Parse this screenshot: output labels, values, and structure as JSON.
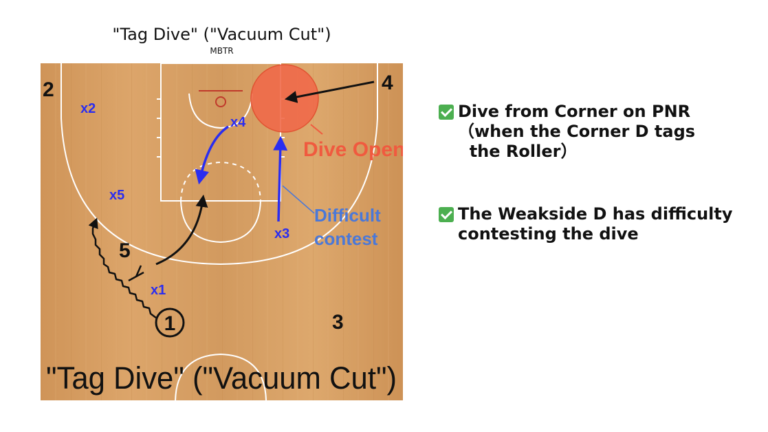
{
  "header": {
    "title": "\"Tag Dive\" (\"Vacuum Cut\")",
    "subtitle": "MBTR"
  },
  "court": {
    "banner": "\"Tag Dive\" (\"Vacuum Cut\")",
    "players": {
      "p1": "1",
      "p2": "2",
      "p3": "3",
      "p4": "4",
      "p5": "5"
    },
    "defenders": {
      "x1": "x1",
      "x2": "x2",
      "x3": "x3",
      "x4": "x4",
      "x5": "x5"
    },
    "annotations": {
      "dive_open": "Dive Open",
      "difficult_line1": "Difficult",
      "difficult_line2": "contest"
    }
  },
  "notes": [
    {
      "text": "Dive from Corner on PNR\n（when the Corner D tags\n  the Roller）"
    },
    {
      "text": "The Weakside D has difficulty\ncontesting the dive"
    }
  ],
  "colors": {
    "floor": "#d39a5e",
    "defense": "#2a2df0",
    "highlight": "#f05a3f",
    "annotation_blue": "#4a78d8",
    "offense": "#111111",
    "check": "#4caf50"
  }
}
